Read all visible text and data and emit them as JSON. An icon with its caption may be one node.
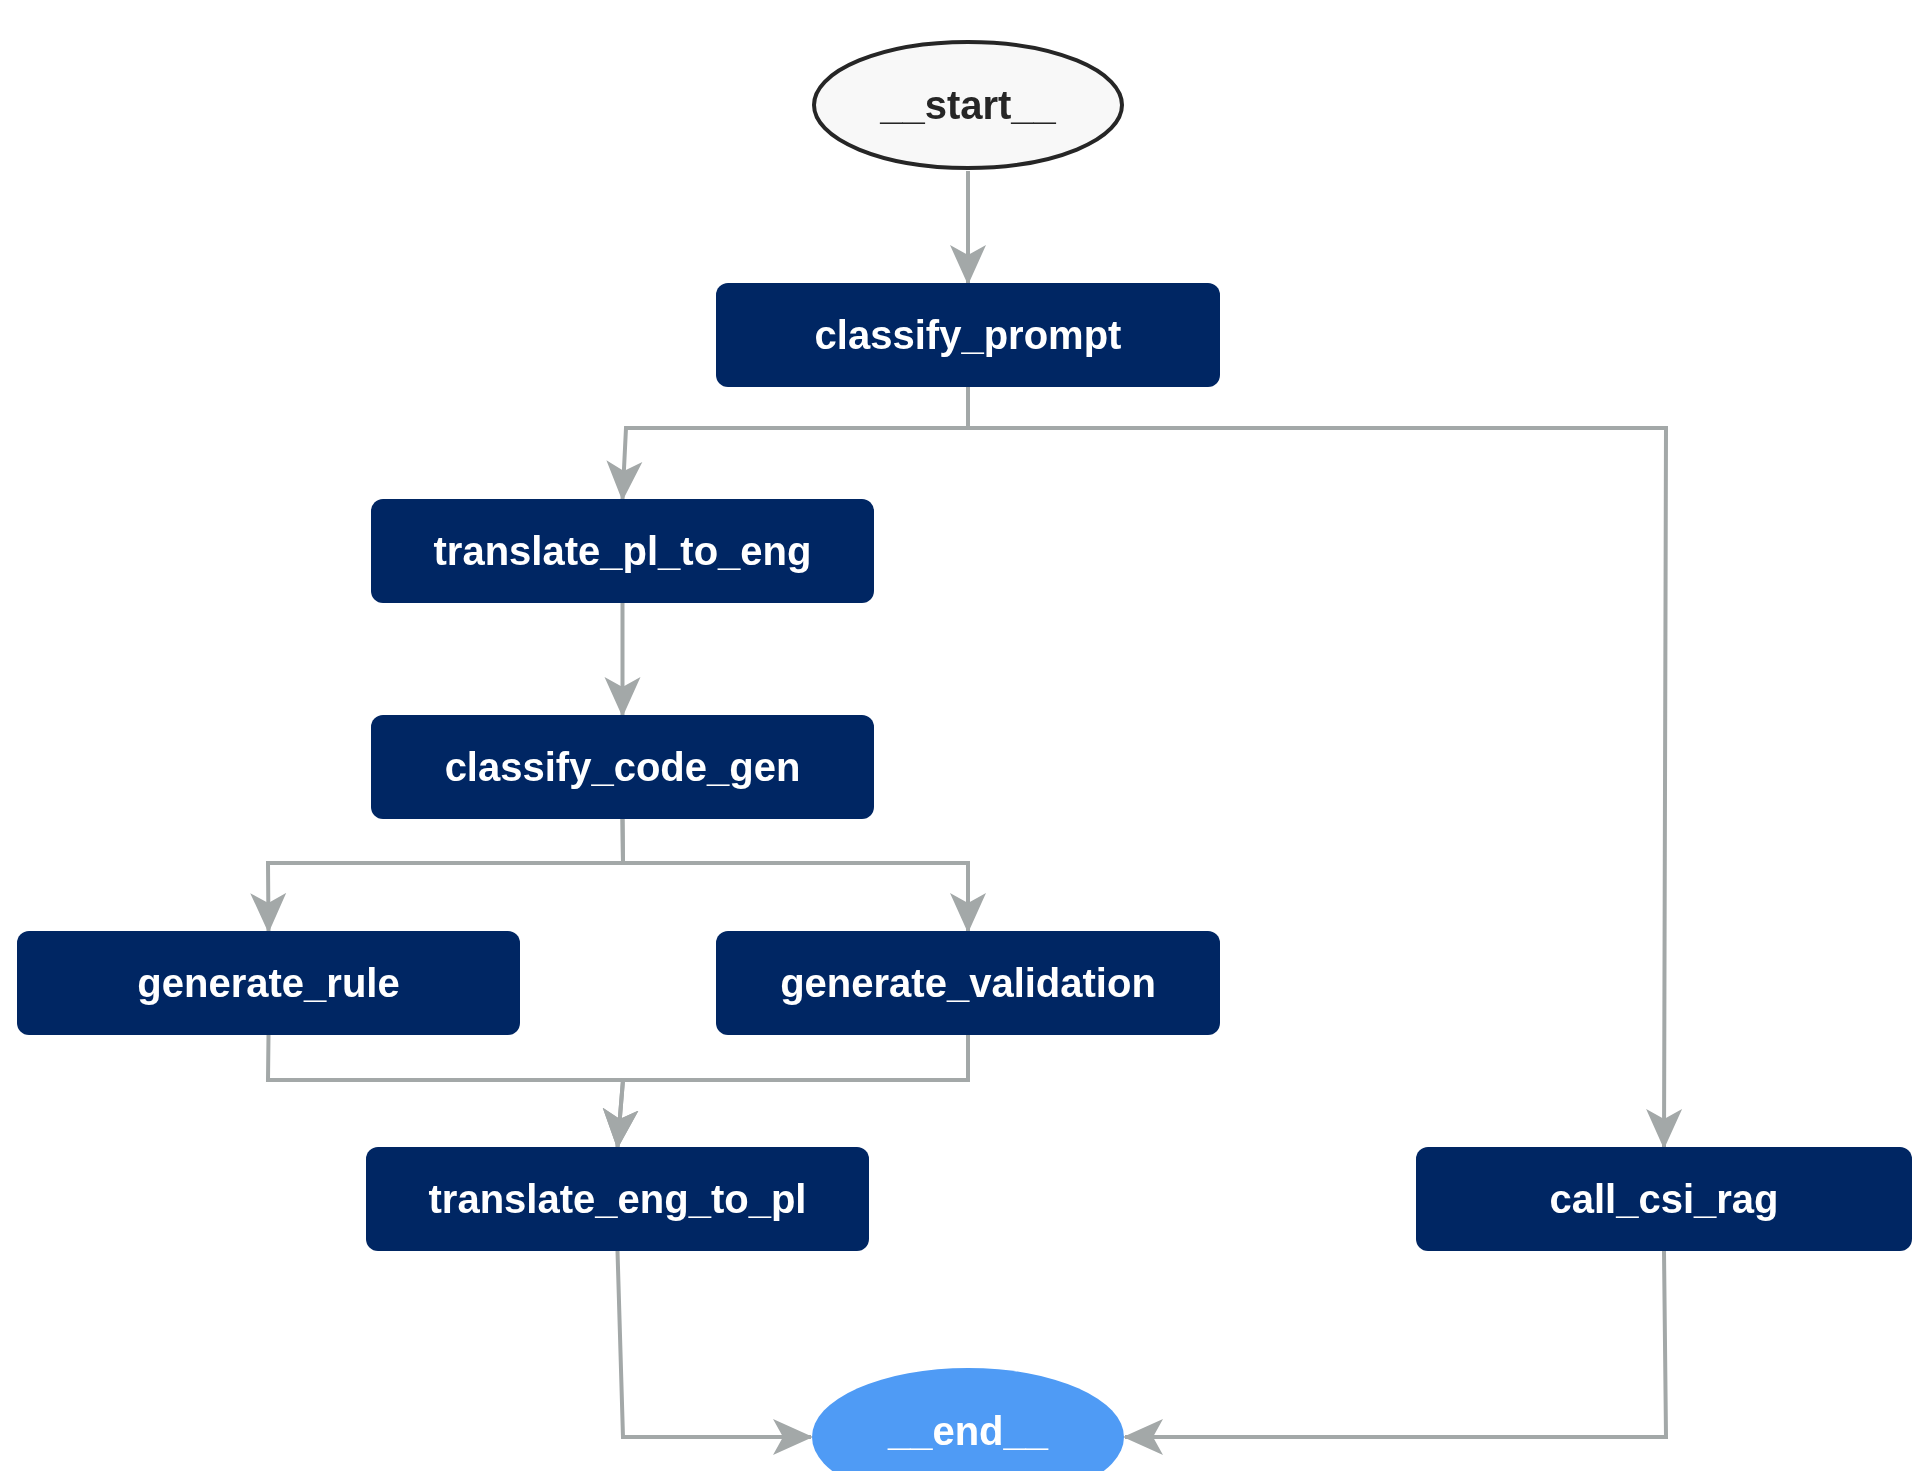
{
  "diagram": {
    "nodes": [
      {
        "text": [
          "__start__"
        ]
      },
      {
        "text": [
          "classify_prompt"
        ]
      },
      {
        "text": [
          "translate_pl_to_eng"
        ]
      },
      {
        "text": [
          "classify_code_gen"
        ]
      },
      {
        "text": [
          "generate_rule"
        ]
      },
      {
        "text": [
          "generate_validation"
        ]
      },
      {
        "text": [
          "translate_eng_to_pl"
        ]
      },
      {
        "text": [
          "call_csi_rag"
        ]
      },
      {
        "text": [
          "__end__"
        ]
      }
    ],
    "edges": [
      {
        "from": 0,
        "to": 1,
        "arrow": "to"
      },
      {
        "from": 1,
        "to": 2,
        "arrow": "to"
      },
      {
        "from": 1,
        "to": 7,
        "arrow": "to"
      },
      {
        "from": 2,
        "to": 3,
        "arrow": "to"
      },
      {
        "from": 3,
        "to": 4,
        "arrow": "to"
      },
      {
        "from": 3,
        "to": 5,
        "arrow": "to"
      },
      {
        "from": 4,
        "to": 6,
        "arrow": "to"
      },
      {
        "from": 5,
        "to": 6,
        "arrow": "to"
      },
      {
        "from": 6,
        "to": 8,
        "arrow": "to"
      },
      {
        "from": 7,
        "to": 8,
        "arrow": "to"
      }
    ]
  }
}
